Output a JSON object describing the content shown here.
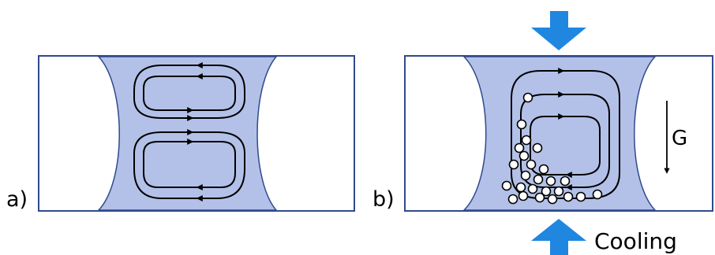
{
  "panels": [
    {
      "id": "a",
      "label": "a)"
    },
    {
      "id": "b",
      "label": "b)"
    }
  ],
  "gravity_label": "G",
  "cooling_label": "Cooling",
  "colors": {
    "liquid": "#b3c1e8",
    "frame": "#2f4a8c",
    "arrow_blue": "#1f87e0",
    "flow_lines": "#000000",
    "bubble_fill": "#ffffff"
  }
}
